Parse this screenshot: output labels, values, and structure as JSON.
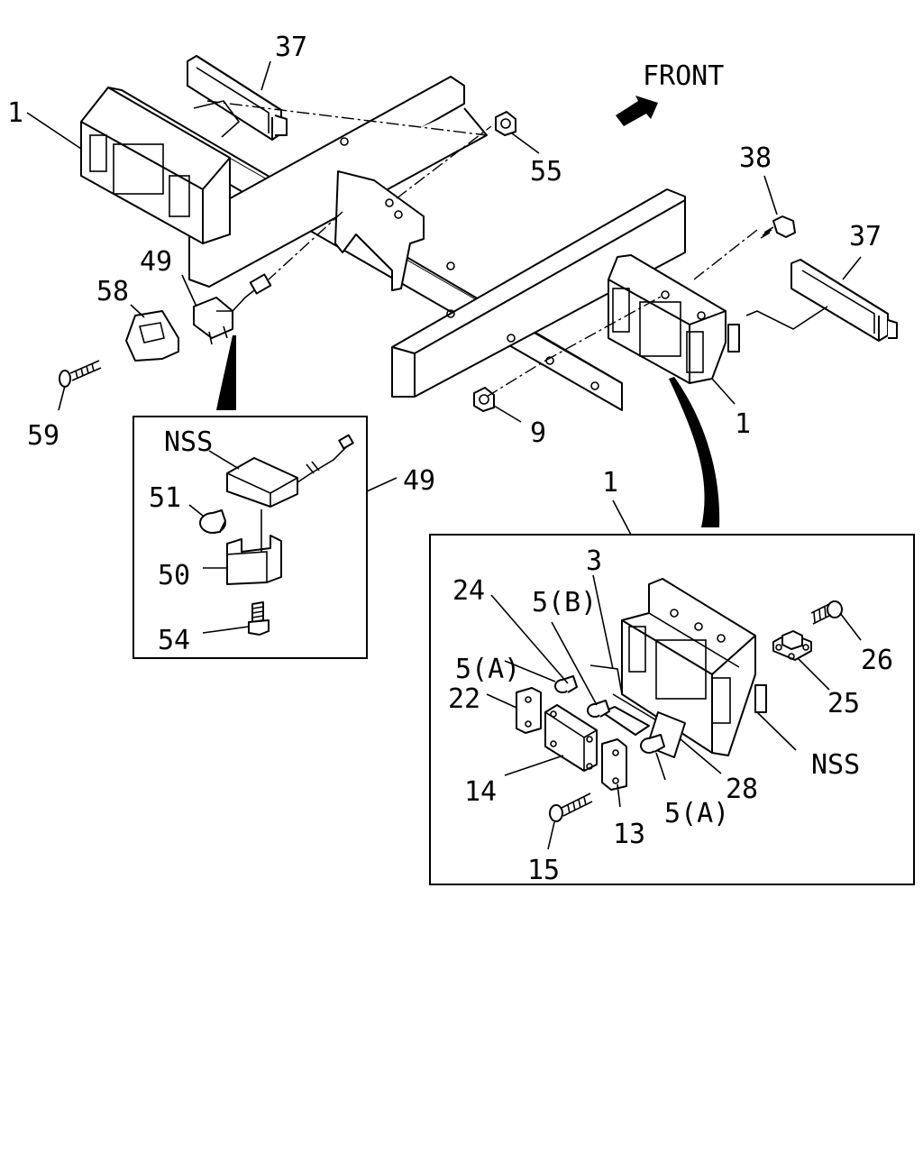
{
  "front_label": "FRONT",
  "callouts": {
    "c37a": "37",
    "c1a": "1",
    "c55": "55",
    "c38": "38",
    "c37b": "37",
    "c49a": "49",
    "c58": "58",
    "c59": "59",
    "c9": "9",
    "c1b": "1",
    "c49b": "49",
    "c1c": "1",
    "nss1": "NSS",
    "c51": "51",
    "c50": "50",
    "c54": "54",
    "c24": "24",
    "c3": "3",
    "c5b": "5(B)",
    "c5a1": "5(A)",
    "c22": "22",
    "c14": "14",
    "c13": "13",
    "c15": "15",
    "c5a2": "5(A)",
    "c28": "28",
    "c26": "26",
    "c25": "25",
    "nss2": "NSS"
  },
  "colors": {
    "line": "#000000",
    "background": "#ffffff"
  }
}
